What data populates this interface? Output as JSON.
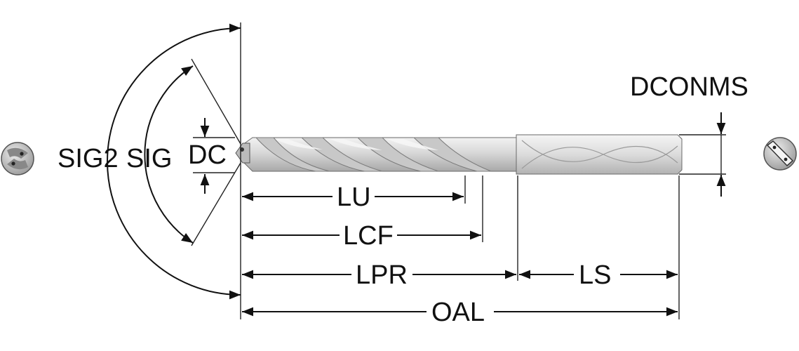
{
  "diagram": {
    "type": "drill-dimension-drawing",
    "labels": {
      "sig2": "SIG2",
      "sig": "SIG",
      "dc": "DC",
      "dconms": "DCONMS",
      "lu": "LU",
      "lcf": "LCF",
      "lpr": "LPR",
      "ls": "LS",
      "oal": "OAL"
    },
    "colors": {
      "line": "#111111",
      "tool_light": "#e6e6e6",
      "tool_mid": "#bdbdbd",
      "tool_dark": "#7a7a7a",
      "background": "#ffffff"
    },
    "icons": {
      "left_end_view": "drill-end-view-icon",
      "right_end_view": "drill-shank-end-icon"
    }
  }
}
